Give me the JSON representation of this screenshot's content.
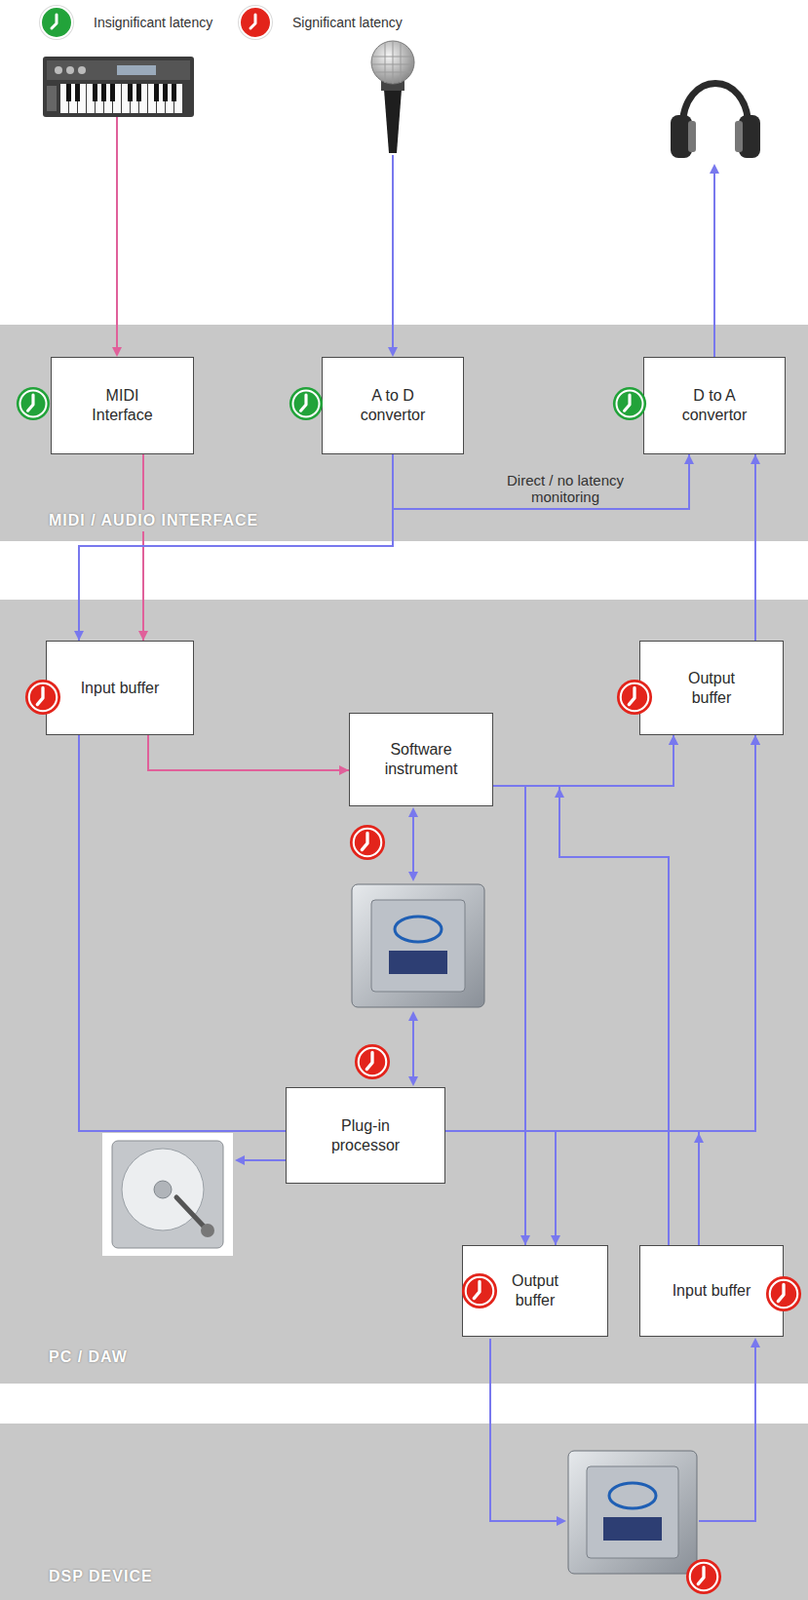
{
  "diagram": {
    "nodes": [
      {
        "text": [
          "MIDI / AUDIO INTERFACE"
        ]
      },
      {
        "text": [
          "MIDI Interface"
        ],
        "in": 0
      },
      {
        "text": [
          "A to D convertor"
        ],
        "in": 0
      },
      {
        "text": [
          "D to A convertor"
        ],
        "in": 0
      },
      {
        "text": [
          "PC / DAW"
        ]
      },
      {
        "text": [
          "Input buffer"
        ],
        "in": 4
      },
      {
        "text": [
          "Output buffer"
        ],
        "in": 4
      },
      {
        "text": [
          "Software instrument"
        ],
        "in": 4
      },
      {
        "text": [
          "Plug-in processor"
        ],
        "in": 4
      },
      {
        "text": [
          "Output buffer"
        ],
        "in": 4
      },
      {
        "text": [
          "Input buffer"
        ],
        "in": 4
      },
      {
        "text": [
          "DSP DEVICE"
        ]
      }
    ],
    "edges": [
      {
        "from": 1,
        "to": 5,
        "arrow": "to"
      },
      {
        "from": 2,
        "to": 3,
        "label": "Direct / no latency monitoring",
        "arrow": "to"
      },
      {
        "from": 2,
        "to": 5,
        "arrow": "to"
      },
      {
        "from": 5,
        "to": 7,
        "arrow": "to"
      },
      {
        "from": 5,
        "to": 8,
        "arrow": "none"
      },
      {
        "from": 8,
        "to": 6,
        "arrow": "to"
      },
      {
        "from": 7,
        "to": 6,
        "arrow": "to"
      },
      {
        "from": 7,
        "to": 9,
        "arrow": "to"
      },
      {
        "from": 8,
        "to": 9,
        "arrow": "to"
      },
      {
        "from": 10,
        "to": 6,
        "arrow": "to"
      },
      {
        "from": 10,
        "to": 6,
        "arrow": "to"
      },
      {
        "from": 6,
        "to": 3,
        "arrow": "to"
      }
    ],
    "legend": [
      {
        "text": "Insignificant latency",
        "color": "#22a33a"
      },
      {
        "text": "Significant latency",
        "color": "#e3241b"
      }
    ]
  }
}
